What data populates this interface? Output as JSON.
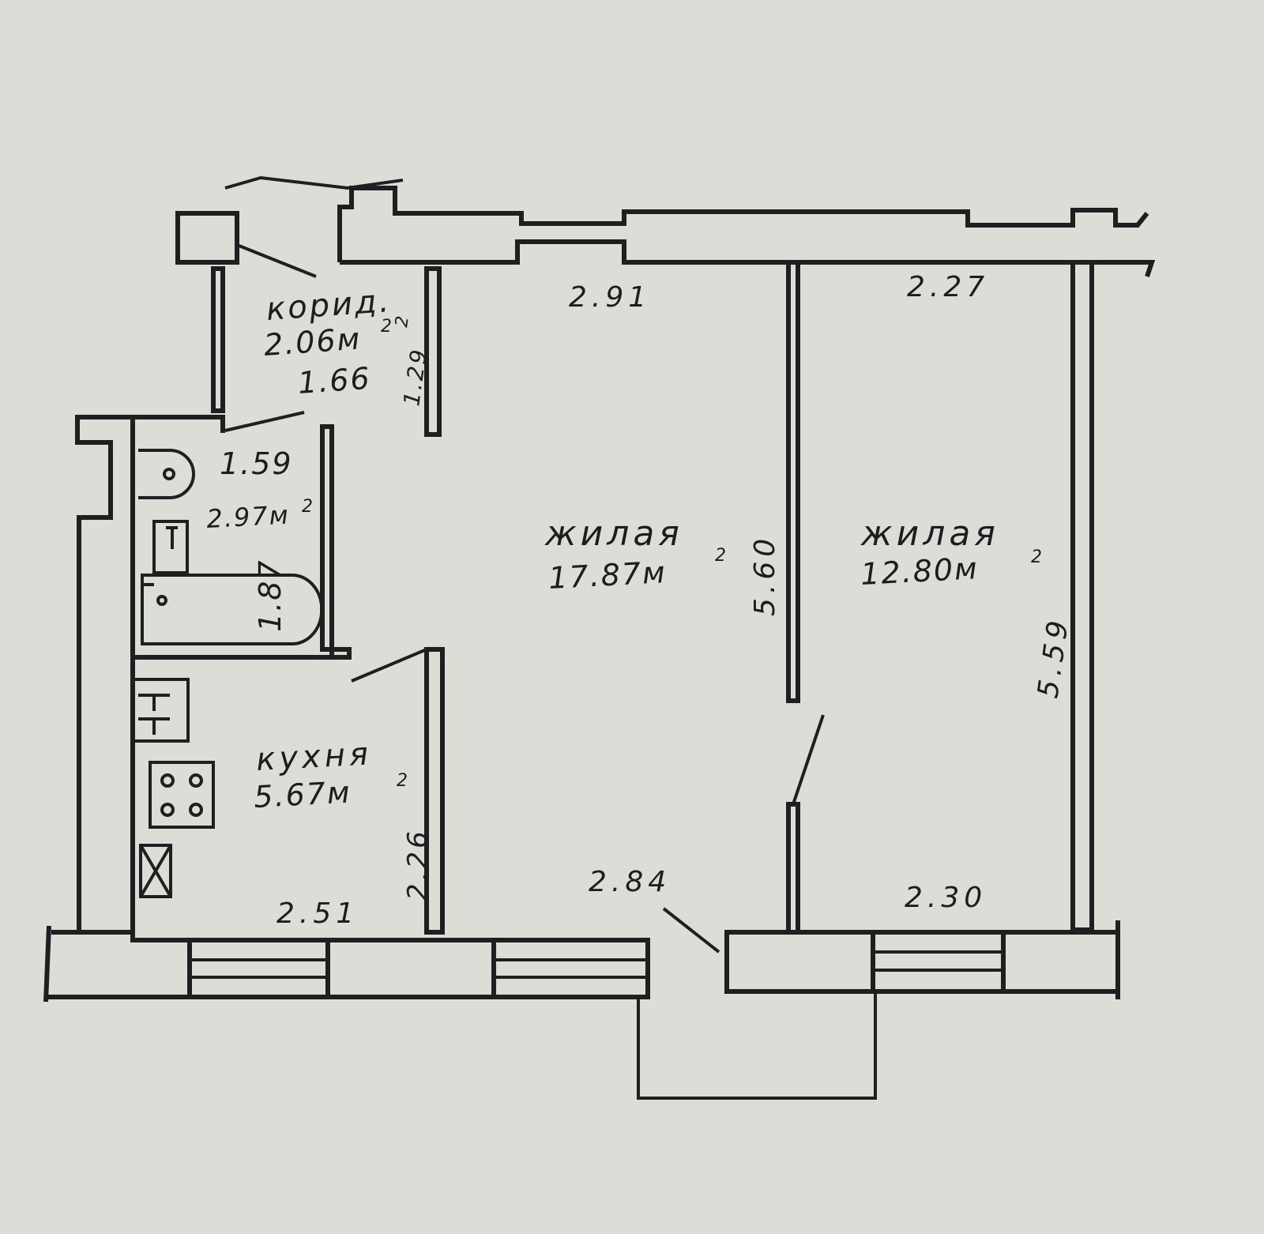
{
  "rooms": {
    "corridor": {
      "name": "корид.",
      "area": "2.06м",
      "unit_sup": "2",
      "width": "1.66",
      "height": "1.29",
      "height_sup": "2"
    },
    "bathroom": {
      "width": "1.59",
      "area": "2.97м",
      "unit_sup": "2",
      "height": "1.87"
    },
    "living_large": {
      "name": "жилая",
      "area": "17.87м",
      "unit_sup": "2",
      "top_dim": "2.91",
      "side_dim": "5.60",
      "bottom_dim": "2.84"
    },
    "living_small": {
      "name": "жилая",
      "area": "12.80м",
      "unit_sup": "2",
      "top_dim": "2.27",
      "side_dim": "5.59",
      "bottom_dim": "2.30"
    },
    "kitchen": {
      "name": "кухня",
      "area": "5.67м",
      "unit_sup": "2",
      "width": "2.51",
      "height": "2.26"
    }
  },
  "colors": {
    "paper": "#dedcd6",
    "ink": "#1f1f21"
  },
  "icons": [
    "toilet-icon",
    "bathtub-icon",
    "sink-icon",
    "stove-icon",
    "ventilation-icon",
    "balcony-icon"
  ]
}
